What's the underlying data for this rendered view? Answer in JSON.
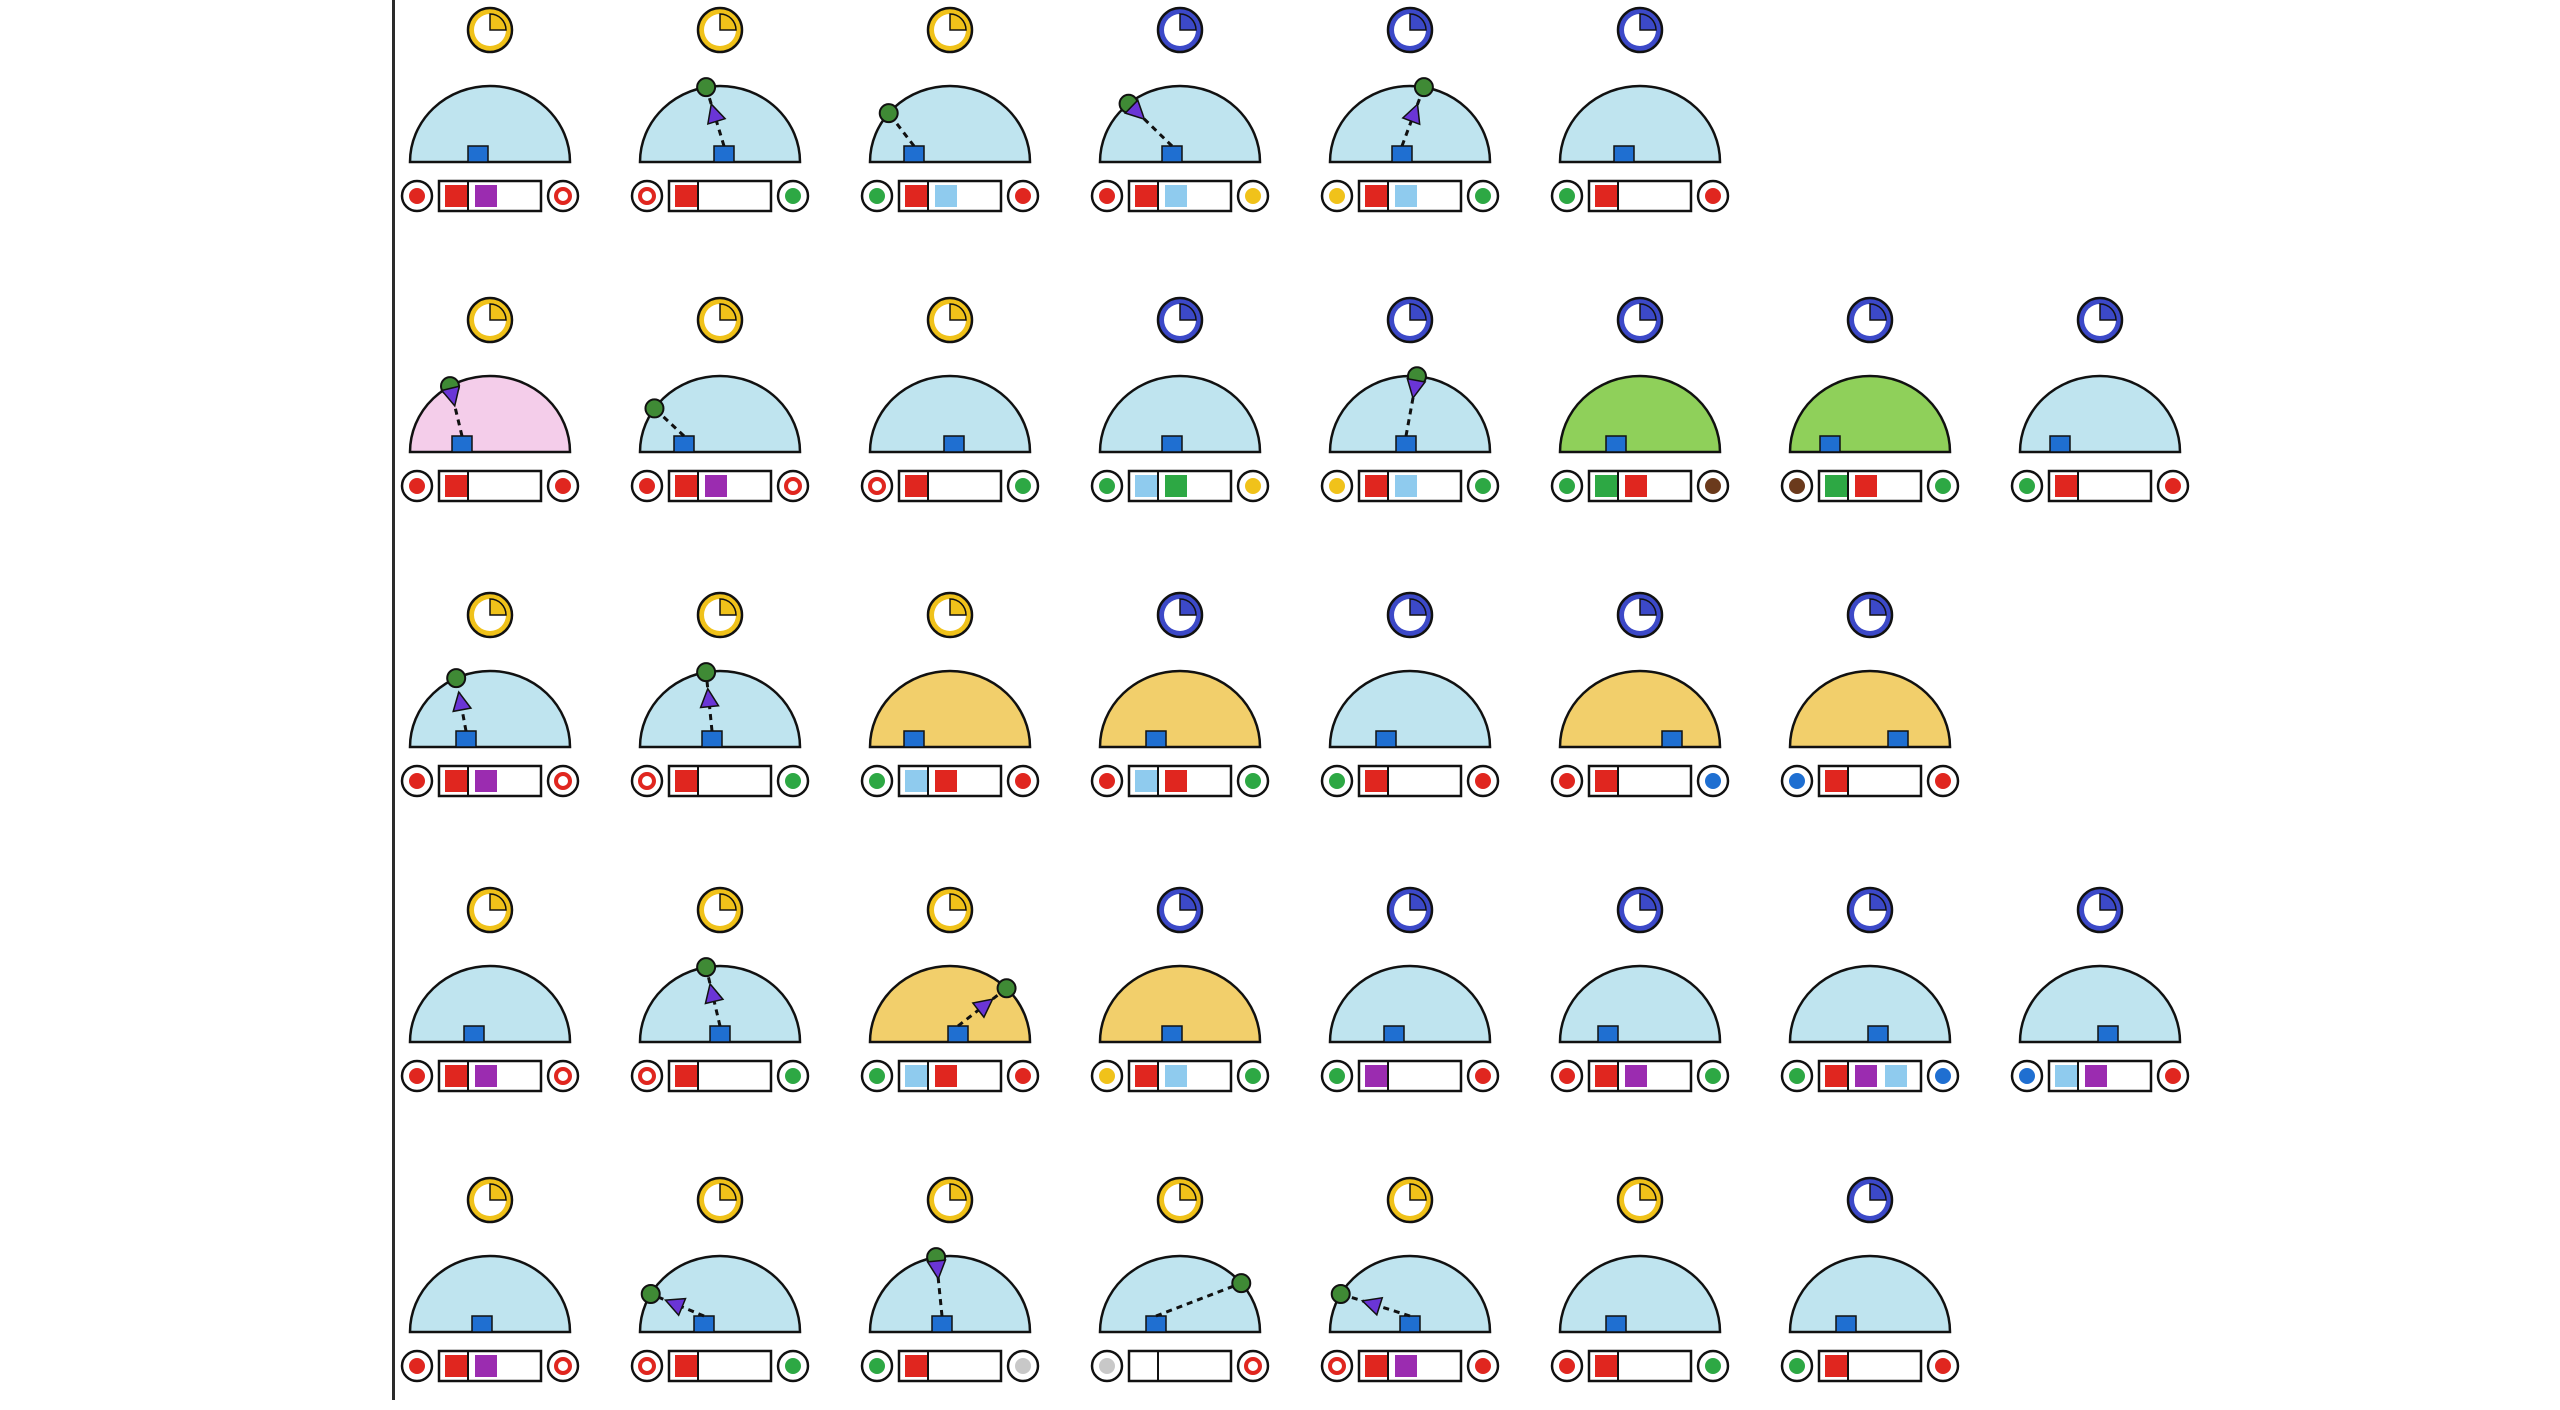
{
  "colors": {
    "clock_gold": "#f0c21a",
    "clock_blue": "#3c49c8",
    "dome_light_blue": "#bfe4ef",
    "dome_pink": "#f4cdea",
    "dome_green": "#8fd05a",
    "dome_yellow": "#f2cf6b",
    "robot_blue": "#1f6fd1",
    "cargo_red": "#e0261f",
    "cargo_purple": "#9b2cb0",
    "cargo_light_blue": "#8fcbee",
    "cargo_green": "#2da844",
    "node_green": "#3f8a35",
    "arrow_violet": "#6a35d6",
    "ink": "#111111"
  },
  "rows": [
    {
      "cells": [
        {
          "clock": "gold",
          "fill": 0.25,
          "dome": "dome_light_blue",
          "arrow": null,
          "robot": -0.15,
          "wheel_l": "red",
          "wheel_r": "red_ring",
          "cargo": [
            "red",
            "purple"
          ]
        },
        {
          "clock": "gold",
          "fill": 0.25,
          "dome": "dome_light_blue",
          "arrow": {
            "angle": 100,
            "dir": "up"
          },
          "robot": 0.05,
          "wheel_l": "red_ring",
          "wheel_r": "green",
          "cargo": [
            "red"
          ]
        },
        {
          "clock": "gold",
          "fill": 0.25,
          "dome": "dome_light_blue",
          "arrow": {
            "angle": 140,
            "dir": "node"
          },
          "robot": -0.45,
          "wheel_l": "green",
          "wheel_r": "red",
          "cargo": [
            "red",
            "light_blue"
          ]
        },
        {
          "clock": "blue",
          "fill": 0.25,
          "dome": "dome_light_blue",
          "arrow": {
            "angle": 130,
            "dir": "down"
          },
          "robot": -0.1,
          "wheel_l": "red",
          "wheel_r": "yellow",
          "cargo": [
            "red",
            "light_blue"
          ]
        },
        {
          "clock": "blue",
          "fill": 0.25,
          "dome": "dome_light_blue",
          "arrow": {
            "angle": 80,
            "dir": "up"
          },
          "robot": -0.1,
          "wheel_l": "yellow",
          "wheel_r": "green",
          "cargo": [
            "red",
            "light_blue"
          ]
        },
        {
          "clock": "blue",
          "fill": 0.25,
          "dome": "dome_light_blue",
          "arrow": null,
          "robot": -0.2,
          "wheel_l": "green",
          "wheel_r": "red",
          "cargo": [
            "red"
          ]
        }
      ]
    },
    {
      "cells": [
        {
          "clock": "gold",
          "fill": 0.25,
          "dome": "dome_pink",
          "arrow": {
            "angle": 120,
            "dir": "down"
          },
          "robot": -0.35,
          "wheel_l": "red",
          "wheel_r": "red",
          "cargo": [
            "red"
          ]
        },
        {
          "clock": "gold",
          "fill": 0.25,
          "dome": "dome_light_blue",
          "arrow": {
            "angle": 145,
            "dir": "node"
          },
          "robot": -0.45,
          "wheel_l": "red",
          "wheel_r": "red_ring",
          "cargo": [
            "red",
            "purple"
          ]
        },
        {
          "clock": "gold",
          "fill": 0.25,
          "dome": "dome_light_blue",
          "arrow": null,
          "robot": 0.05,
          "wheel_l": "red_ring",
          "wheel_r": "green",
          "cargo": [
            "red"
          ]
        },
        {
          "clock": "blue",
          "fill": 0.25,
          "dome": "dome_light_blue",
          "arrow": null,
          "robot": -0.1,
          "wheel_l": "green",
          "wheel_r": "yellow",
          "cargo": [
            "light_blue",
            "green"
          ]
        },
        {
          "clock": "blue",
          "fill": 0.25,
          "dome": "dome_light_blue",
          "arrow": {
            "angle": 85,
            "dir": "down"
          },
          "robot": -0.05,
          "wheel_l": "yellow",
          "wheel_r": "green",
          "cargo": [
            "red",
            "light_blue"
          ]
        },
        {
          "clock": "blue",
          "fill": 0.25,
          "dome": "dome_green",
          "arrow": null,
          "robot": -0.3,
          "wheel_l": "green",
          "wheel_r": "brown",
          "cargo": [
            "green",
            "red"
          ]
        },
        {
          "clock": "blue",
          "fill": 0.25,
          "dome": "dome_green",
          "arrow": null,
          "robot": -0.5,
          "wheel_l": "brown",
          "wheel_r": "green",
          "cargo": [
            "green",
            "red"
          ]
        },
        {
          "clock": "blue",
          "fill": 0.25,
          "dome": "dome_light_blue",
          "arrow": null,
          "robot": -0.5,
          "wheel_l": "green",
          "wheel_r": "red",
          "cargo": [
            "red"
          ]
        }
      ]
    },
    {
      "cells": [
        {
          "clock": "gold",
          "fill": 0.25,
          "dome": "dome_light_blue",
          "arrow": {
            "angle": 115,
            "dir": "up"
          },
          "robot": -0.3,
          "wheel_l": "red",
          "wheel_r": "red_ring",
          "cargo": [
            "red",
            "purple"
          ]
        },
        {
          "clock": "gold",
          "fill": 0.25,
          "dome": "dome_light_blue",
          "arrow": {
            "angle": 100,
            "dir": "up"
          },
          "robot": -0.1,
          "wheel_l": "red_ring",
          "wheel_r": "green",
          "cargo": [
            "red"
          ]
        },
        {
          "clock": "gold",
          "fill": 0.25,
          "dome": "dome_yellow",
          "arrow": null,
          "robot": -0.45,
          "wheel_l": "green",
          "wheel_r": "red",
          "cargo": [
            "light_blue",
            "red"
          ]
        },
        {
          "clock": "blue",
          "fill": 0.25,
          "dome": "dome_yellow",
          "arrow": null,
          "robot": -0.3,
          "wheel_l": "red",
          "wheel_r": "green",
          "cargo": [
            "light_blue",
            "red"
          ]
        },
        {
          "clock": "blue",
          "fill": 0.25,
          "dome": "dome_light_blue",
          "arrow": null,
          "robot": -0.3,
          "wheel_l": "green",
          "wheel_r": "red",
          "cargo": [
            "red"
          ]
        },
        {
          "clock": "blue",
          "fill": 0.25,
          "dome": "dome_yellow",
          "arrow": null,
          "robot": 0.4,
          "wheel_l": "red",
          "wheel_r": "blue",
          "cargo": [
            "red"
          ]
        },
        {
          "clock": "blue",
          "fill": 0.25,
          "dome": "dome_yellow",
          "arrow": null,
          "robot": 0.35,
          "wheel_l": "blue",
          "wheel_r": "red",
          "cargo": [
            "red"
          ]
        }
      ]
    },
    {
      "cells": [
        {
          "clock": "gold",
          "fill": 0.25,
          "dome": "dome_light_blue",
          "arrow": null,
          "robot": -0.2,
          "wheel_l": "red",
          "wheel_r": "red_ring",
          "cargo": [
            "red",
            "purple"
          ]
        },
        {
          "clock": "gold",
          "fill": 0.25,
          "dome": "dome_light_blue",
          "arrow": {
            "angle": 100,
            "dir": "up"
          },
          "robot": 0.0,
          "wheel_l": "red_ring",
          "wheel_r": "green",
          "cargo": [
            "red"
          ]
        },
        {
          "clock": "gold",
          "fill": 0.25,
          "dome": "dome_yellow",
          "arrow": {
            "angle": 45,
            "dir": "up"
          },
          "robot": 0.1,
          "wheel_l": "green",
          "wheel_r": "red",
          "cargo": [
            "light_blue",
            "red"
          ]
        },
        {
          "clock": "blue",
          "fill": 0.25,
          "dome": "dome_yellow",
          "arrow": null,
          "robot": -0.1,
          "wheel_l": "yellow",
          "wheel_r": "green",
          "cargo": [
            "red",
            "light_blue"
          ]
        },
        {
          "clock": "blue",
          "fill": 0.25,
          "dome": "dome_light_blue",
          "arrow": null,
          "robot": -0.2,
          "wheel_l": "green",
          "wheel_r": "red",
          "cargo": [
            "purple"
          ]
        },
        {
          "clock": "blue",
          "fill": 0.25,
          "dome": "dome_light_blue",
          "arrow": null,
          "robot": -0.4,
          "wheel_l": "red",
          "wheel_r": "green",
          "cargo": [
            "red",
            "purple"
          ]
        },
        {
          "clock": "blue",
          "fill": 0.25,
          "dome": "dome_light_blue",
          "arrow": null,
          "robot": 0.1,
          "wheel_l": "green",
          "wheel_r": "blue",
          "cargo": [
            "red",
            "purple",
            "light_blue"
          ]
        },
        {
          "clock": "blue",
          "fill": 0.25,
          "dome": "dome_light_blue",
          "arrow": null,
          "robot": 0.1,
          "wheel_l": "blue",
          "wheel_r": "red",
          "cargo": [
            "light_blue",
            "purple"
          ]
        }
      ]
    },
    {
      "cells": [
        {
          "clock": "gold",
          "fill": 0.25,
          "dome": "dome_light_blue",
          "arrow": null,
          "robot": -0.1,
          "wheel_l": "red",
          "wheel_r": "red_ring",
          "cargo": [
            "red",
            "purple"
          ]
        },
        {
          "clock": "gold",
          "fill": 0.25,
          "dome": "dome_light_blue",
          "arrow": {
            "angle": 150,
            "dir": "up"
          },
          "robot": -0.2,
          "wheel_l": "red_ring",
          "wheel_r": "green",
          "cargo": [
            "red"
          ]
        },
        {
          "clock": "gold",
          "fill": 0.25,
          "dome": "dome_light_blue",
          "arrow": {
            "angle": 100,
            "dir": "down"
          },
          "robot": -0.1,
          "wheel_l": "green",
          "wheel_r": "gray",
          "cargo": [
            "red"
          ]
        },
        {
          "clock": "gold",
          "fill": 0.25,
          "dome": "dome_light_blue",
          "arrow": {
            "angle": 40,
            "dir": "node"
          },
          "robot": -0.3,
          "wheel_l": "gray",
          "wheel_r": "red_ring",
          "cargo": []
        },
        {
          "clock": "gold",
          "fill": 0.25,
          "dome": "dome_light_blue",
          "arrow": {
            "angle": 150,
            "dir": "up"
          },
          "robot": 0.0,
          "wheel_l": "red_ring",
          "wheel_r": "red",
          "cargo": [
            "red",
            "purple"
          ]
        },
        {
          "clock": "gold",
          "fill": 0.25,
          "dome": "dome_light_blue",
          "arrow": null,
          "robot": -0.3,
          "wheel_l": "red",
          "wheel_r": "green",
          "cargo": [
            "red"
          ]
        },
        {
          "clock": "blue",
          "fill": 0.25,
          "dome": "dome_light_blue",
          "arrow": null,
          "robot": -0.3,
          "wheel_l": "green",
          "wheel_r": "red",
          "cargo": [
            "red"
          ]
        }
      ]
    }
  ]
}
